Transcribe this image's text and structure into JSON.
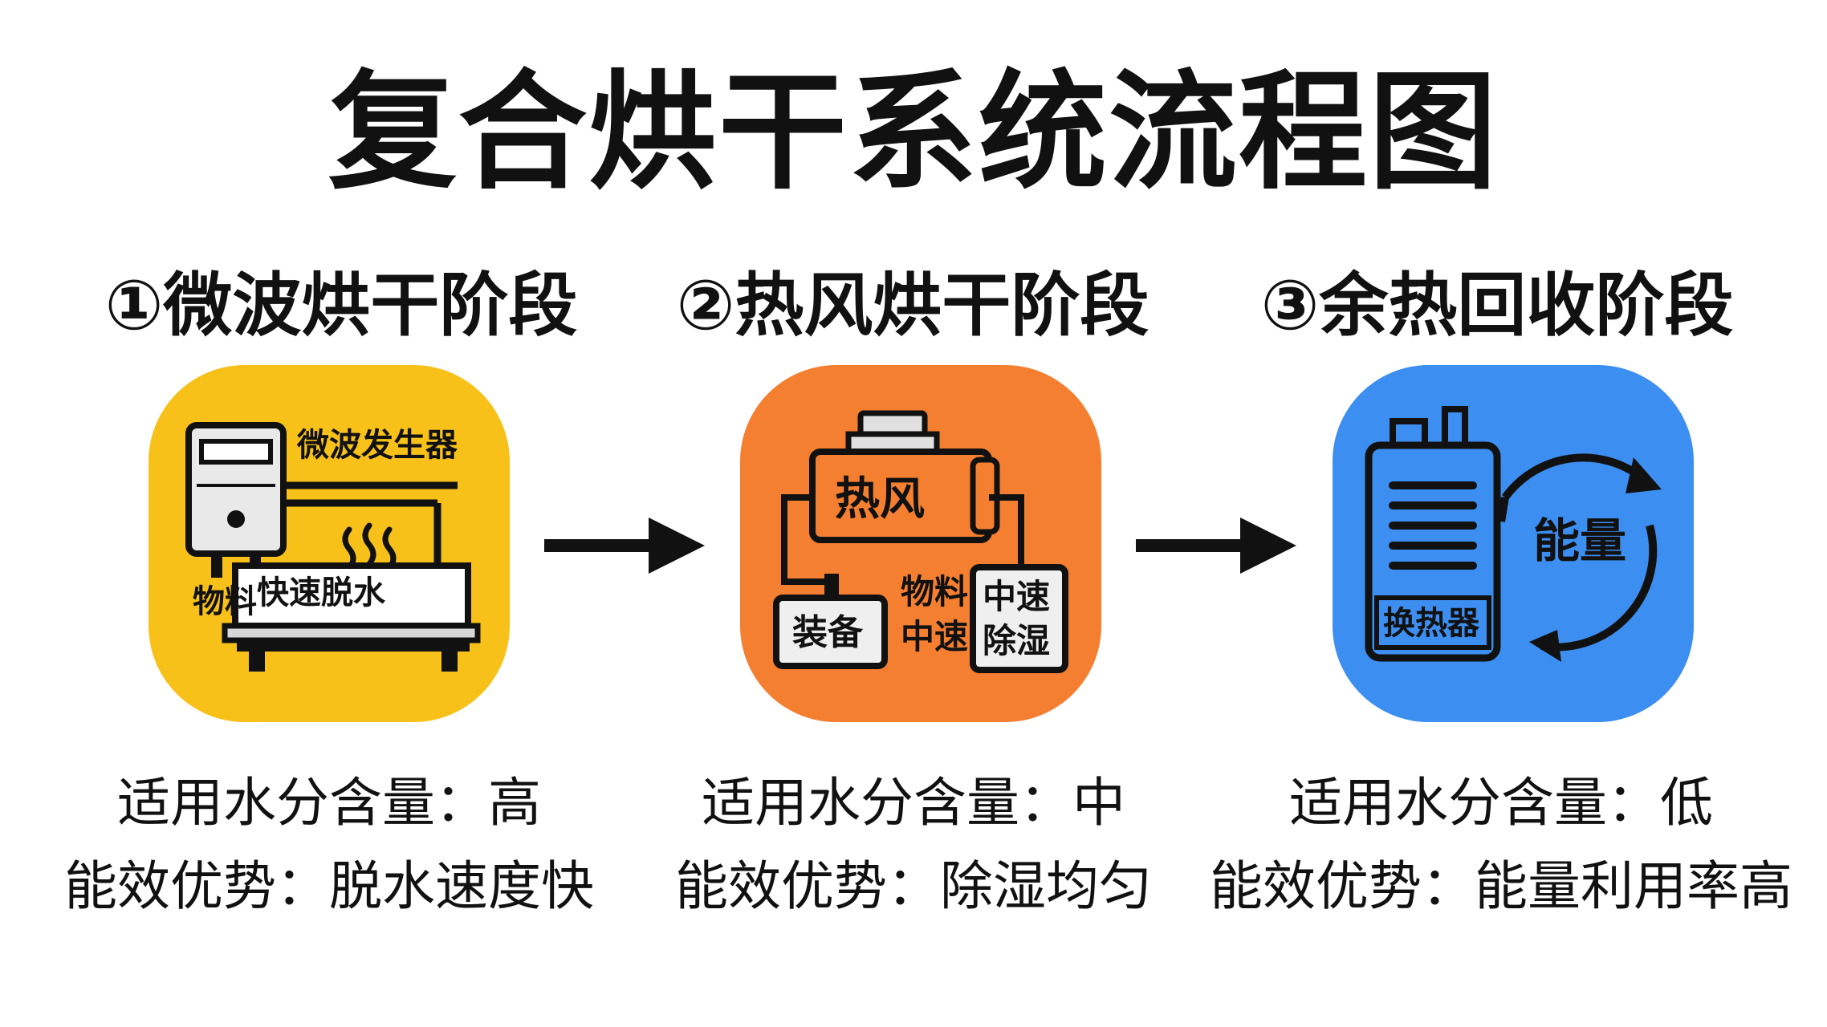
{
  "title": "复合烘干系统流程图",
  "stages": [
    {
      "heading": "①微波烘干阶段",
      "color": "#F7C11A",
      "labels": {
        "generator": "微波发生器",
        "material": "物料",
        "effect": "快速脱水"
      },
      "moisture_line": "适用水分含量：高",
      "advantage_line": "能效优势：脱水速度快"
    },
    {
      "heading": "②热风烘干阶段",
      "color": "#F57F31",
      "labels": {
        "hot_air": "热风",
        "equipment": "装备",
        "material": "物料",
        "medium": "中速",
        "speed_box": "中速\n除湿"
      },
      "moisture_line": "适用水分含量：中",
      "advantage_line": "能效优势：除湿均匀"
    },
    {
      "heading": "③余热回收阶段",
      "color": "#3C8EF0",
      "labels": {
        "energy": "能量",
        "exchanger": "换热器"
      },
      "moisture_line": "适用水分含量：低",
      "advantage_line": "能效优势：能量利用率高"
    }
  ],
  "icons": [
    "microwave-generator-icon",
    "steam-icon",
    "hot-air-unit-icon",
    "heat-exchanger-icon",
    "recycle-arrows-icon",
    "arrow-right-icon"
  ]
}
